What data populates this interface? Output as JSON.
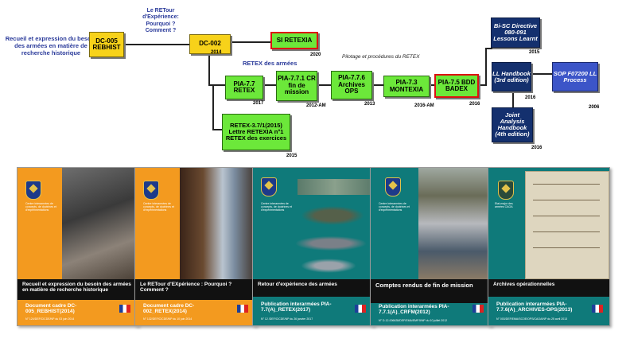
{
  "diagram": {
    "left_caption": "Recueil et expression du besoin des armées en matière de recherche historique",
    "top_question": "Le RETour d'Expérience: Pourquoi ? Comment ?",
    "retex_armees": "RETEX des armées",
    "pilotage": "Pilotage et procédures du RETEX",
    "nodes": {
      "dc005": "DC-005 REBHIST",
      "dc002": "DC-002",
      "si_retexia": "SI RETEXIA",
      "pia77": "PIA-7.7 RETEX",
      "pia771": "PIA-7.7.1 CR fin de mission",
      "pia776": "PIA-7.7.6 Archives OPS",
      "pia73": "PIA-7.3 MONTEXIA",
      "pia75": "PIA-7.5 BDD BADEX",
      "retex37": "RETEX-3.7/1(2015) Lettre RETEXIA n°1 RETEX des exercices",
      "bisc": "Bi-SC Directive 080-091 Lessons Learnt",
      "llhandbook": "LL Handbook (3rd edition)",
      "sop": "SOP F07200 LL Process",
      "jointanalysis": "Joint Analysis Handbook (4th edition)"
    },
    "years": {
      "y2014": "2014",
      "y2020": "2020",
      "y2017": "2017",
      "y2012am": "2012-AM",
      "y2013": "2013",
      "y2016am": "2016-AM",
      "y2016a": "2016",
      "y2015a": "2015",
      "y2015b": "2015",
      "y2016b": "2016",
      "y2006": "2006",
      "y2016c": "2016"
    }
  },
  "covers": [
    {
      "band": "Recueil et expression du besoin des armées en matière de recherche historique",
      "pub": "Document cadre DC-005_REBHIST(2014)",
      "ref": "N° 124/DEF/CICDE/NP du 03 juin 2014",
      "cicde": "Centre interarmées de concepts, de doctrines et d'expérimentations"
    },
    {
      "band": "Le RETour d'EXpérience : Pourquoi ? Comment ?",
      "pub": "Document cadre DC-002_RETEX(2014)",
      "ref": "N° 132/DEF/CICDE/NP du 10 juin 2014",
      "cicde": "Centre interarmées de concepts, de doctrines et d'expérimentations"
    },
    {
      "band": "Retour d'expérience des armées",
      "pub": "Publication interarmées PIA-7.7(A)_RETEX(2017)",
      "ref": "N° 12 /DEF/CICDE/NP du 26 janvier 2017",
      "cicde": "Centre interarmées de concepts, de doctrines et d'expérimentations"
    },
    {
      "band": "Comptes rendus de fin de mission",
      "pub": "Publication interarmées PIA-7.7.1(A)_CRFM(2012)",
      "ref": "N° D-12-006635/DEF/EMA/EMP.5/NP du 10 juillet 2012",
      "cicde": "Centre interarmées de concepts, de doctrines et d'expérimentations"
    },
    {
      "band": "Archives opérationnelles",
      "pub": "Publication interarmées PIA-7.7.6(A)_ARCHIVES-OPS(2013)",
      "ref": "N° 003/DEF/EMA/SCOE/OPS/CAOA/NP du 25 avril 2013",
      "cicde": "Etat-major des armées CAOA"
    }
  ],
  "colors": {
    "yellow": "#f7d21a",
    "green": "#6ce83a",
    "navy": "#14306e",
    "orange": "#f39a1f",
    "teal": "#0f7a7a"
  }
}
